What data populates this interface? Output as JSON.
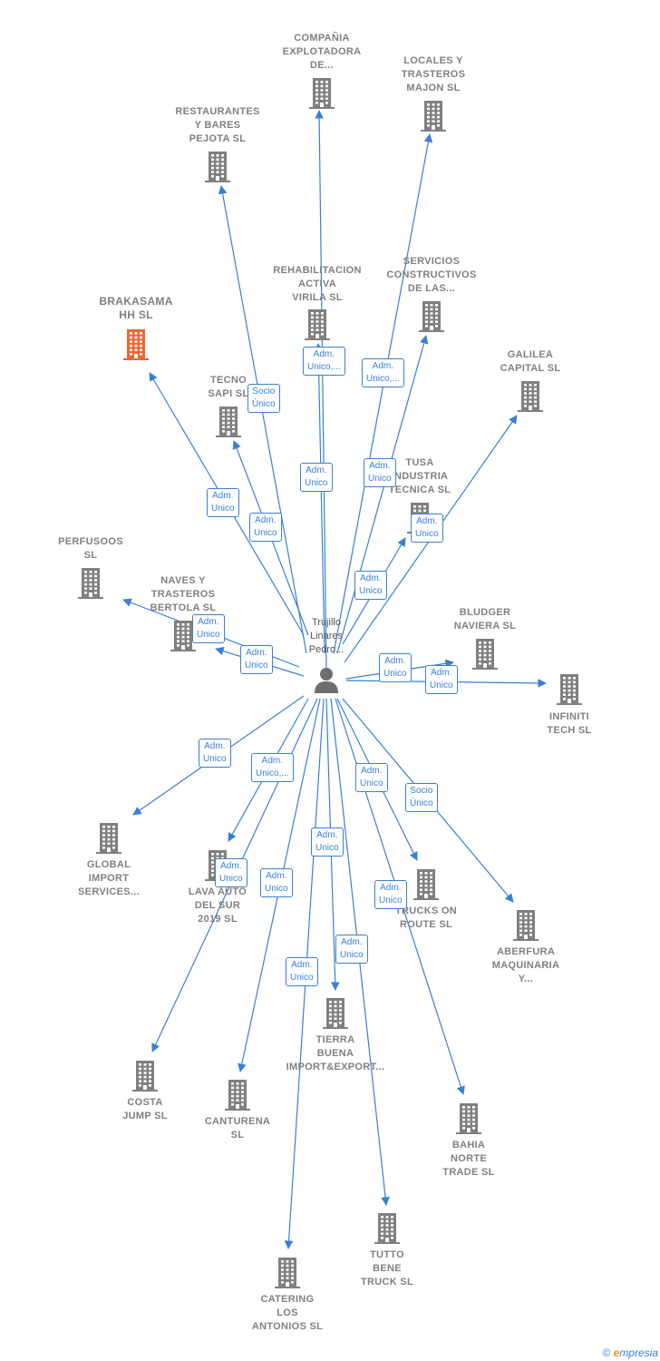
{
  "colors": {
    "node": "#808080",
    "highlight": "#f26430",
    "edge": "#3a7fd6"
  },
  "center": {
    "label_lines": [
      "Trujillo",
      "Linares",
      "Pedro..."
    ],
    "icon": "person-icon"
  },
  "nodes": [
    {
      "id": "compania",
      "lines": [
        "COMPAÑIA",
        "EXPLOTADORA",
        "DE..."
      ],
      "highlight": false
    },
    {
      "id": "locales",
      "lines": [
        "LOCALES Y",
        "TRASTEROS",
        "MAJON  SL"
      ],
      "highlight": false
    },
    {
      "id": "restaurantes",
      "lines": [
        "RESTAURANTES",
        "Y BARES",
        "PEJOTA  SL"
      ],
      "highlight": false
    },
    {
      "id": "rehabilitacion",
      "lines": [
        "REHABILITACION",
        "ACTIVA",
        "VIRILA  SL"
      ],
      "highlight": false
    },
    {
      "id": "servicios",
      "lines": [
        "SERVICIOS",
        "CONSTRUCTIVOS",
        "DE LAS..."
      ],
      "highlight": false
    },
    {
      "id": "brakasama",
      "lines": [
        "BRAKASAMA",
        "HH  SL"
      ],
      "highlight": true
    },
    {
      "id": "galilea",
      "lines": [
        "GALILEA",
        "CAPITAL  SL"
      ],
      "highlight": false
    },
    {
      "id": "tecno",
      "lines": [
        "TECNO",
        "SAPI  SL"
      ],
      "highlight": false
    },
    {
      "id": "tusa",
      "lines": [
        "TUSA",
        "INDUSTRIA",
        "TECNICA  SL"
      ],
      "highlight": false
    },
    {
      "id": "perfusoos",
      "lines": [
        "PERFUSOOS",
        "SL"
      ],
      "highlight": false
    },
    {
      "id": "naves",
      "lines": [
        "NAVES Y",
        "TRASTEROS",
        "BERTOLA  SL"
      ],
      "highlight": false
    },
    {
      "id": "bludger",
      "lines": [
        "BLUDGER",
        "NAVIERA  SL"
      ],
      "highlight": false
    },
    {
      "id": "infiniti",
      "lines": [
        "INFINITI",
        "TECH  SL"
      ],
      "highlight": false
    },
    {
      "id": "global",
      "lines": [
        "GLOBAL",
        "IMPORT",
        "SERVICES..."
      ],
      "highlight": false
    },
    {
      "id": "lava",
      "lines": [
        "LAVA AUTO",
        "DEL SUR",
        "2019  SL"
      ],
      "highlight": false
    },
    {
      "id": "trucks",
      "lines": [
        "TRUCKS ON",
        "ROUTE  SL"
      ],
      "highlight": false
    },
    {
      "id": "aberfura",
      "lines": [
        "ABERFURA",
        "MAQUINARIA",
        "Y..."
      ],
      "highlight": false
    },
    {
      "id": "tierra",
      "lines": [
        "TIERRA",
        "BUENA",
        "IMPORT&EXPORT..."
      ],
      "highlight": false
    },
    {
      "id": "costa",
      "lines": [
        "COSTA",
        "JUMP  SL"
      ],
      "highlight": false
    },
    {
      "id": "canturena",
      "lines": [
        "CANTURENA",
        "SL"
      ],
      "highlight": false
    },
    {
      "id": "bahia",
      "lines": [
        "BAHIA",
        "NORTE",
        "TRADE  SL"
      ],
      "highlight": false
    },
    {
      "id": "tutto",
      "lines": [
        "TUTTO",
        "BENE",
        "TRUCK  SL"
      ],
      "highlight": false
    },
    {
      "id": "catering",
      "lines": [
        "CATERING",
        "LOS",
        "ANTONIOS  SL"
      ],
      "highlight": false
    }
  ],
  "edges": [
    {
      "to": "compania",
      "label": [
        "Adm.",
        "Unico"
      ]
    },
    {
      "to": "locales",
      "label": [
        "Adm.",
        "Unico,..."
      ]
    },
    {
      "to": "restaurantes",
      "label": [
        "Socio",
        "Único"
      ]
    },
    {
      "to": "rehabilitacion",
      "label": [
        "Adm.",
        "Unico,..."
      ]
    },
    {
      "to": "servicios",
      "label": [
        "Adm.",
        "Unico"
      ]
    },
    {
      "to": "brakasama",
      "label": [
        "Adm.",
        "Unico"
      ]
    },
    {
      "to": "galilea",
      "label": [
        "Adm.",
        "Unico"
      ]
    },
    {
      "to": "tecno",
      "label": [
        "Adm.",
        "Unico"
      ]
    },
    {
      "to": "tusa",
      "label": [
        "Adm.",
        "Unico"
      ]
    },
    {
      "to": "perfusoos",
      "label": [
        "Adm.",
        "Unico"
      ]
    },
    {
      "to": "naves",
      "label": [
        "Adm.",
        "Unico"
      ]
    },
    {
      "to": "bludger",
      "label": [
        "Adm.",
        "Unico"
      ]
    },
    {
      "to": "infiniti",
      "label": [
        "Adm.",
        "Unico"
      ]
    },
    {
      "to": "global",
      "label": [
        "Adm.",
        "Unico"
      ]
    },
    {
      "to": "lava",
      "label": [
        "Adm.",
        "Unico,..."
      ]
    },
    {
      "to": "trucks",
      "label": [
        "Adm.",
        "Unico"
      ]
    },
    {
      "to": "aberfura",
      "label": [
        "Socio",
        "Único"
      ]
    },
    {
      "to": "tierra",
      "label": [
        "Adm.",
        "Unico"
      ]
    },
    {
      "to": "costa",
      "label": [
        "Adm.",
        "Unico"
      ]
    },
    {
      "to": "canturena",
      "label": [
        "Adm.",
        "Unico"
      ]
    },
    {
      "to": "bahia",
      "label": [
        "Adm.",
        "Unico"
      ]
    },
    {
      "to": "tutto",
      "label": [
        "Adm.",
        "Unico"
      ]
    },
    {
      "to": "catering",
      "label": [
        "Adm.",
        "Unico"
      ]
    }
  ],
  "brand": {
    "copyright": "©",
    "first_letter": "e",
    "rest": "mpresia"
  }
}
